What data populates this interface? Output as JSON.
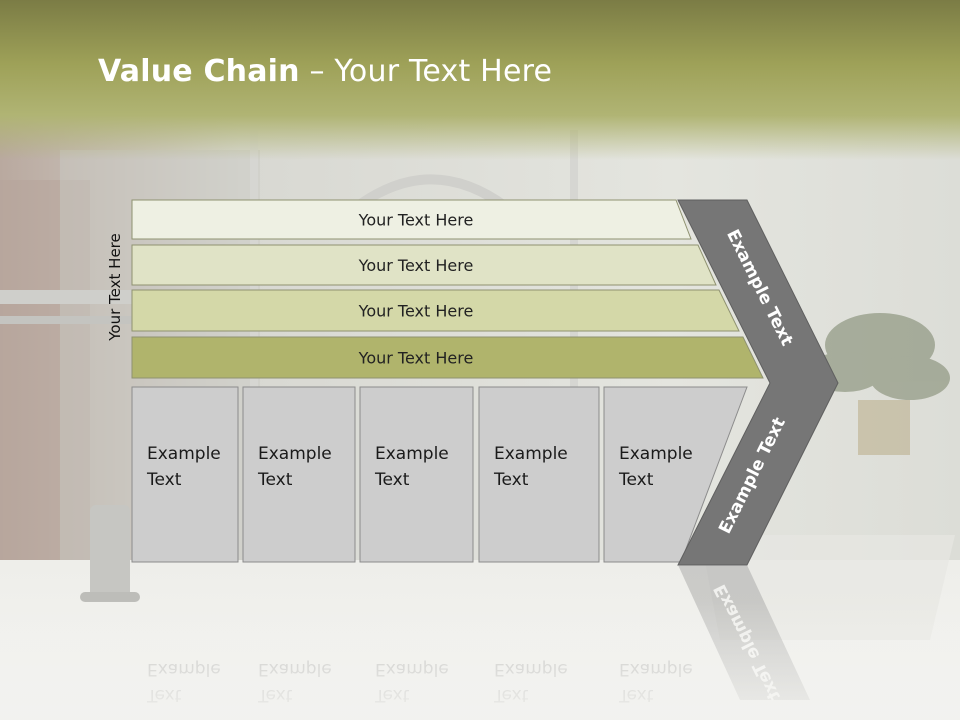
{
  "title": {
    "bold": "Value Chain",
    "rest": " – Your Text Here"
  },
  "side_label": "Your Text Here",
  "support_bars": [
    {
      "label": "Your Text Here",
      "color": "#eef0e3"
    },
    {
      "label": "Your Text Here",
      "color": "#e0e3c6"
    },
    {
      "label": "Your Text Here",
      "color": "#d4d8a8"
    },
    {
      "label": "Your Text Here",
      "color": "#b0b46c"
    }
  ],
  "primary_boxes": [
    {
      "line1": "Example",
      "line2": "Text"
    },
    {
      "line1": "Example",
      "line2": "Text"
    },
    {
      "line1": "Example",
      "line2": "Text"
    },
    {
      "line1": "Example",
      "line2": "Text"
    },
    {
      "line1": "Example",
      "line2": "Text"
    }
  ],
  "arrow": {
    "upper": "Example Text",
    "lower": "Example Text",
    "color": "#767676"
  },
  "colors": {
    "header": "#9ea158",
    "box": "#cdcdcd",
    "box_border": "#8c8c8c"
  }
}
